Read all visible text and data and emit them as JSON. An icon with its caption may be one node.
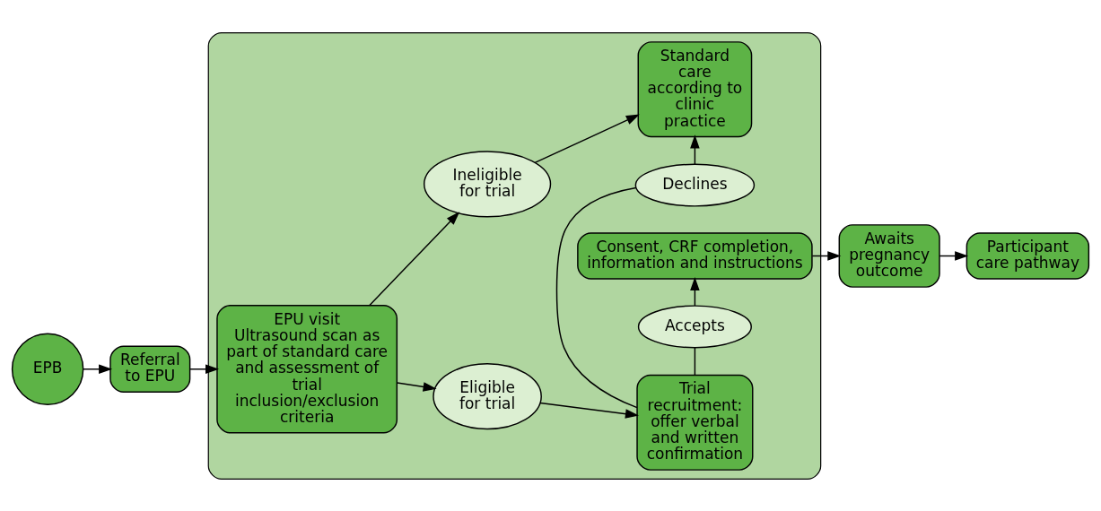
{
  "diagram": {
    "nodes": [
      {
        "text": [
          "EPB"
        ]
      },
      {
        "text": [
          "Referral to EPU"
        ]
      },
      {
        "text": [],
        "shape": "box"
      },
      {
        "text": [
          "EPU visit",
          "Ultrasound scan as part of standard care and assessment of trial inclusion/exclusion criteria"
        ],
        "in": 2
      },
      {
        "text": [
          "Ineligible for trial"
        ],
        "in": 2
      },
      {
        "text": [
          "Standard care according to clinic practice"
        ],
        "in": 2
      },
      {
        "text": [
          "Declines"
        ],
        "in": 2
      },
      {
        "text": [
          "Eligible for trial"
        ],
        "in": 2
      },
      {
        "text": [
          "Trial recruitment: offer verbal and written confirmation"
        ],
        "in": 2
      },
      {
        "text": [
          "Accepts"
        ],
        "in": 2
      },
      {
        "text": [
          "Consent, CRF completion, information and instructions"
        ],
        "in": 2
      },
      {
        "text": [
          "Awaits pregnancy outcome"
        ]
      },
      {
        "text": [
          "Participant care pathway"
        ]
      }
    ],
    "edges": [
      {
        "from": 0,
        "to": 1,
        "arrow": "to"
      },
      {
        "from": 1,
        "to": 3,
        "arrow": "to"
      },
      {
        "from": 3,
        "to": 4,
        "arrow": "to"
      },
      {
        "from": 4,
        "to": 5,
        "arrow": "to"
      },
      {
        "from": 3,
        "to": 7,
        "arrow": "to"
      },
      {
        "from": 7,
        "to": 8,
        "arrow": "to"
      },
      {
        "from": 8,
        "to": 6,
        "arrow": "none"
      },
      {
        "from": 6,
        "to": 5,
        "arrow": "to"
      },
      {
        "from": 8,
        "to": 9,
        "arrow": "none"
      },
      {
        "from": 9,
        "to": 10,
        "arrow": "to"
      },
      {
        "from": 10,
        "to": 11,
        "arrow": "to"
      },
      {
        "from": 11,
        "to": 12,
        "arrow": "to"
      }
    ]
  }
}
